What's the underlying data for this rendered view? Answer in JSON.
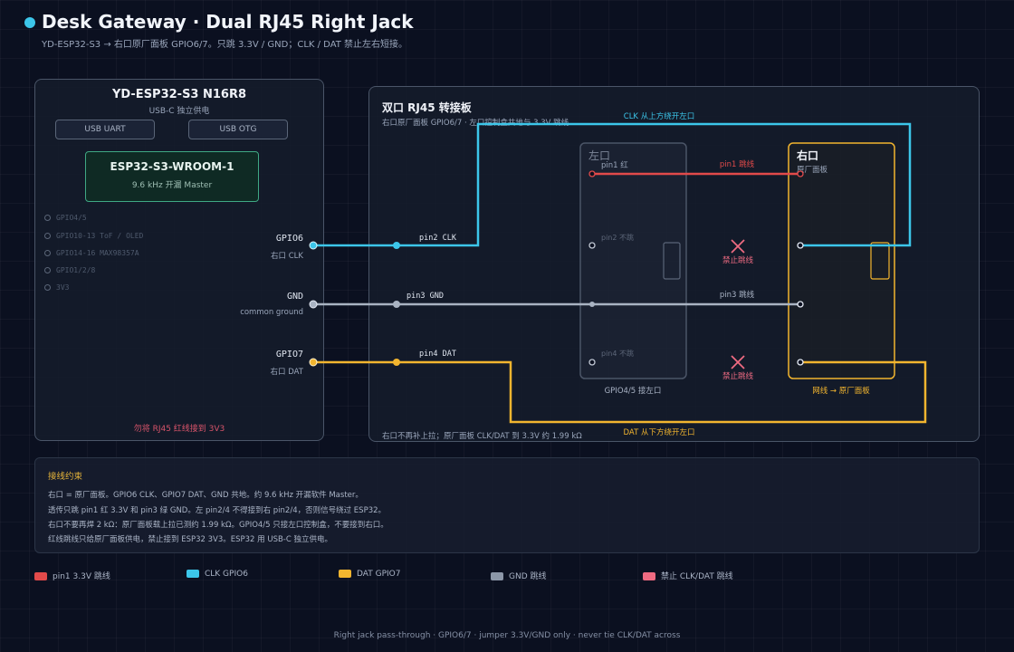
{
  "header": {
    "title": "Desk Gateway · Dual RJ45 Right Jack",
    "subtitle": "YD-ESP32-S3 → 右口原厂面板 GPIO6/7。只跳 3.3V / GND；CLK / DAT 禁止左右短接。"
  },
  "mcu": {
    "title": "YD-ESP32-S3  N16R8",
    "subtitle": "USB-C 独立供电",
    "usb_uart": "USB UART",
    "usb_otg": "USB OTG",
    "module_title": "ESP32-S3-WROOM-1",
    "module_sub": "9.6 kHz 开漏 Master",
    "unused_pins": [
      "GPIO4/5",
      "GPIO10-13  ToF / OLED",
      "GPIO14-16  MAX98357A",
      "GPIO1/2/8",
      "3V3"
    ],
    "gpio6": "GPIO6",
    "gpio6_sub": "右口 CLK",
    "gnd": "GND",
    "gnd_sub": "common ground",
    "gpio7": "GPIO7",
    "gpio7_sub": "右口 DAT",
    "warning": "勿将 RJ45 红线接到 3V3"
  },
  "board": {
    "title": "双口 RJ45 转接板",
    "subtitle": "右口原厂面板 GPIO6/7  ·  左口控制盒共地与 3.3V 跳线",
    "note": "右口不再补上拉；原厂面板 CLK/DAT 到 3.3V 约 1.99 kΩ",
    "left_port": "左口",
    "left_caption": "GPIO4/5 接左口",
    "right_port": "右口",
    "right_port_sub": "原厂面板",
    "right_caption": "网线 → 原厂面板",
    "clk_route": "CLK 从上方绕开左口",
    "dat_route": "DAT 从下方绕开左口",
    "pin2": "pin2  CLK",
    "pin3": "pin3    GND",
    "pin4": "pin4  DAT",
    "left_pin1": "pin1 红",
    "left_pin2": "pin2 不跳",
    "left_pin4": "pin4 不跳",
    "pin1_jump": "pin1 跳线",
    "pin3_jump": "pin3 跳线",
    "forbid": "禁止跳线"
  },
  "notes": {
    "title": "接线约束",
    "lines": [
      "右口 = 原厂面板。GPIO6 CLK、GPIO7 DAT、GND 共地。约 9.6 kHz 开漏软件 Master。",
      "透传只跳 pin1 红 3.3V 和 pin3 绿 GND。左 pin2/4 不得接到右 pin2/4，否则信号绕过 ESP32。",
      "右口不要再焊 2 kΩ：原厂面板载上拉已测约 1.99 kΩ。GPIO4/5 只接左口控制盒，不要接到右口。",
      "红线跳线只给原厂面板供电，禁止接到 ESP32 3V3。ESP32 用 USB-C 独立供电。"
    ]
  },
  "legend": [
    {
      "label": "pin1 3.3V 跳线",
      "color": "#e24a4a"
    },
    {
      "label": "CLK GPIO6",
      "color": "#3cc6ea"
    },
    {
      "label": "DAT GPIO7",
      "color": "#f2b52f"
    },
    {
      "label": "GND 跳线",
      "color": "#8c97a8"
    },
    {
      "label": "禁止 CLK/DAT 跳线",
      "color": "#ef6b82"
    }
  ],
  "footer": "Right jack pass-through  ·  GPIO6/7  ·  jumper 3.3V/GND only  ·  never tie CLK/DAT across",
  "colors": {
    "clk": "#3cc6ea",
    "dat": "#f2b52f",
    "gnd": "#a9b3c2",
    "pin1": "#e24a4a",
    "forbid": "#ef6b82",
    "accent_port": "#f2b52f"
  }
}
